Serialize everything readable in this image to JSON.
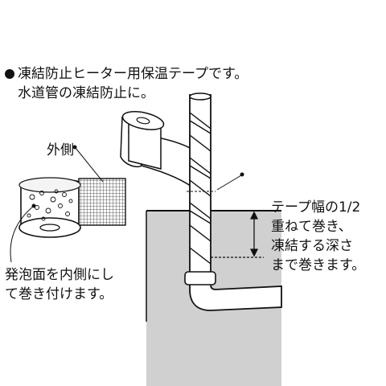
{
  "intro": {
    "line1": "凍結防止ヒーター用保温テープです。",
    "line2": "水道管の凍結防止に。"
  },
  "labels": {
    "outer_side": "外側",
    "foam_line1": "発泡面を内側にし",
    "foam_line2": "て巻き付けます。",
    "depth_line1": "テープ幅の1/2",
    "depth_line2": "重ねて巻き、",
    "depth_line3": "凍結する深さ",
    "depth_line4": "まで巻きます。"
  },
  "colors": {
    "ink": "#111111",
    "ground": "#d0d0d0",
    "paper": "#ffffff"
  }
}
